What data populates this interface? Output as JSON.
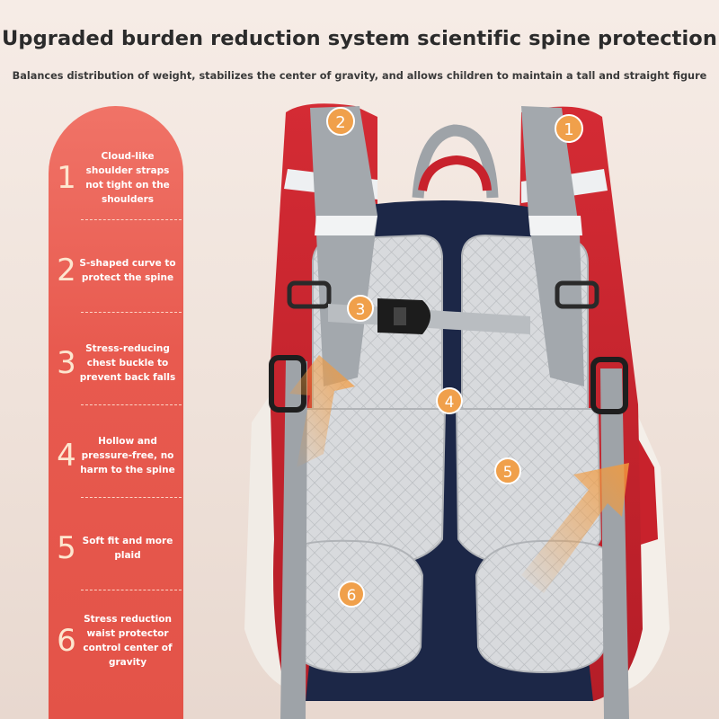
{
  "header": {
    "title": "Upgraded burden reduction system scientific spine protection",
    "subtitle": "Balances distribution of weight, stabilizes the center of gravity, and allows children to maintain a tall and straight figure"
  },
  "features": [
    {
      "number": "1",
      "text": "Cloud-like shoulder straps not tight on the shoulders"
    },
    {
      "number": "2",
      "text": "S-shaped curve to protect the spine"
    },
    {
      "number": "3",
      "text": "Stress-reducing chest buckle to prevent back falls"
    },
    {
      "number": "4",
      "text": "Hollow and pressure-free, no harm to the spine"
    },
    {
      "number": "5",
      "text": "Soft fit and more plaid"
    },
    {
      "number": "6",
      "text": "Stress reduction waist protector control center of gravity"
    }
  ],
  "markers": [
    "1",
    "2",
    "3",
    "4",
    "5",
    "6"
  ],
  "colors": {
    "panel": "#e85a4f",
    "backpack_red": "#c8222c",
    "backpack_navy": "#1c2747",
    "strap_gray": "#9ea3a8",
    "mesh_gray": "#d7d9dc",
    "marker_orange": "#f0a04b",
    "arrow_orange": "#f39a3d"
  }
}
